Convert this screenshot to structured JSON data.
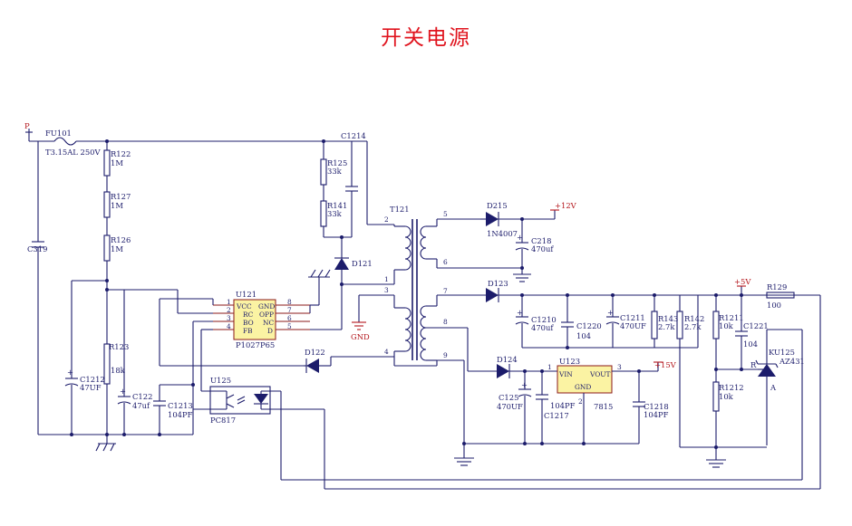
{
  "title": "开关电源",
  "nets": {
    "p": "P",
    "v12": "+12V",
    "v5": "+5V",
    "v15": "+15V",
    "gnd": "GND"
  },
  "parts": {
    "fu101": "FU101",
    "fu101_val": "T3.15AL 250V",
    "r122": "R122",
    "r122_val": "1M",
    "r127": "R127",
    "r127_val": "1M",
    "r126": "R126",
    "r126_val": "1M",
    "c319": "C319",
    "r123": "R123",
    "r123_val": "18k",
    "c1212": "C1212",
    "c1212_val": "47UF",
    "c122": "C122",
    "c122_val": "47uf",
    "c1213": "C1213",
    "c1213_val": "104PF",
    "c1214": "C1214",
    "r125": "R125",
    "r125_val": "33k",
    "r141": "R141",
    "r141_val": "33k",
    "d121": "D121",
    "d122": "D122",
    "u121": "U121",
    "u121_part": "P1027P65",
    "u121_pins": {
      "vcc": "VCC",
      "gnd": "GND",
      "rc": "RC",
      "opp": "OPP",
      "bo": "BO",
      "nc": "NC",
      "fb": "FB",
      "d": "D"
    },
    "u125": "U125",
    "u125_part": "PC817",
    "t121": "T121",
    "d215": "D215",
    "d215_val": "1N4007",
    "c218": "C218",
    "c218_val": "470uf",
    "d123": "D123",
    "c1210": "C1210",
    "c1210_val": "470uf",
    "c1220": "C1220",
    "c1220_val": "104",
    "c1211": "C1211",
    "c1211_val": "470UF",
    "r143": "R143",
    "r143_val": "2.7k",
    "r142": "R142",
    "r142_val": "2.7k",
    "r1211": "R1211",
    "r1211_val": "10k",
    "c1221": "C1221",
    "c1221_val": "104",
    "r129": "R129",
    "r129_val": "100",
    "ku125": "KU125",
    "ku125_part": "AZ431",
    "ku125_r": "R",
    "ku125_a": "A",
    "r1212": "R1212",
    "r1212_val": "10k",
    "d124": "D124",
    "c125": "C125",
    "c125_val": "470UF",
    "c1217": "C1217",
    "c1217_val": "104PF",
    "u123": "U123",
    "u123_vin": "VIN",
    "u123_vout": "VOUT",
    "u123_gnd": "GND",
    "u123_part": "7815",
    "c1218": "C1218",
    "c1218_val": "104PF"
  },
  "pin_numbers": {
    "u121": [
      "1",
      "2",
      "3",
      "4",
      "8",
      "7",
      "6",
      "5"
    ],
    "t121_pri": [
      "2",
      "1",
      "3",
      "4"
    ],
    "t121_sec": [
      "5",
      "6",
      "7",
      "8",
      "9"
    ],
    "u123": [
      "1",
      "2",
      "3"
    ]
  }
}
